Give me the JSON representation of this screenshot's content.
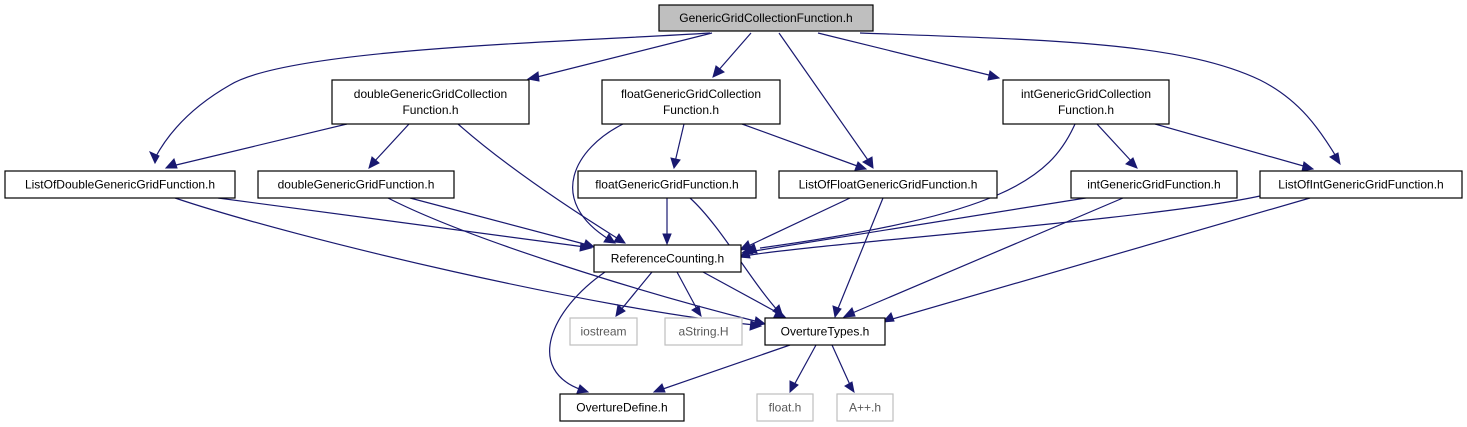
{
  "nodes": {
    "root": {
      "lines": [
        "GenericGridCollectionFunction.h"
      ],
      "style": "root"
    },
    "dblColl": {
      "lines": [
        "doubleGenericGridCollection",
        "Function.h"
      ],
      "style": "normal"
    },
    "fltColl": {
      "lines": [
        "floatGenericGridCollection",
        "Function.h"
      ],
      "style": "normal"
    },
    "intColl": {
      "lines": [
        "intGenericGridCollection",
        "Function.h"
      ],
      "style": "normal"
    },
    "listDbl": {
      "lines": [
        "ListOfDoubleGenericGridFunction.h"
      ],
      "style": "normal"
    },
    "dblFunc": {
      "lines": [
        "doubleGenericGridFunction.h"
      ],
      "style": "normal"
    },
    "fltFunc": {
      "lines": [
        "floatGenericGridFunction.h"
      ],
      "style": "normal"
    },
    "listFlt": {
      "lines": [
        "ListOfFloatGenericGridFunction.h"
      ],
      "style": "normal"
    },
    "intFunc": {
      "lines": [
        "intGenericGridFunction.h"
      ],
      "style": "normal"
    },
    "listInt": {
      "lines": [
        "ListOfIntGenericGridFunction.h"
      ],
      "style": "normal"
    },
    "refCount": {
      "lines": [
        "ReferenceCounting.h"
      ],
      "style": "normal"
    },
    "iostream": {
      "lines": [
        "iostream"
      ],
      "style": "external"
    },
    "aString": {
      "lines": [
        "aString.H"
      ],
      "style": "external"
    },
    "ovTypes": {
      "lines": [
        "OvertureTypes.h"
      ],
      "style": "normal"
    },
    "ovDefine": {
      "lines": [
        "OvertureDefine.h"
      ],
      "style": "normal"
    },
    "floatH": {
      "lines": [
        "float.h"
      ],
      "style": "external"
    },
    "appH": {
      "lines": [
        "A++.h"
      ],
      "style": "external"
    }
  },
  "edges": [
    [
      "root",
      "listDbl"
    ],
    [
      "root",
      "dblColl"
    ],
    [
      "root",
      "fltColl"
    ],
    [
      "root",
      "listFlt"
    ],
    [
      "root",
      "intColl"
    ],
    [
      "root",
      "listInt"
    ],
    [
      "dblColl",
      "listDbl"
    ],
    [
      "dblColl",
      "dblFunc"
    ],
    [
      "dblColl",
      "refCount"
    ],
    [
      "fltColl",
      "fltFunc"
    ],
    [
      "fltColl",
      "listFlt"
    ],
    [
      "fltColl",
      "refCount"
    ],
    [
      "intColl",
      "intFunc"
    ],
    [
      "intColl",
      "listInt"
    ],
    [
      "intColl",
      "refCount"
    ],
    [
      "listDbl",
      "refCount"
    ],
    [
      "listDbl",
      "ovTypes"
    ],
    [
      "dblFunc",
      "refCount"
    ],
    [
      "dblFunc",
      "ovTypes"
    ],
    [
      "fltFunc",
      "refCount"
    ],
    [
      "fltFunc",
      "ovTypes"
    ],
    [
      "listFlt",
      "refCount"
    ],
    [
      "listFlt",
      "ovTypes"
    ],
    [
      "intFunc",
      "refCount"
    ],
    [
      "intFunc",
      "ovTypes"
    ],
    [
      "listInt",
      "refCount"
    ],
    [
      "listInt",
      "ovTypes"
    ],
    [
      "refCount",
      "iostream"
    ],
    [
      "refCount",
      "aString"
    ],
    [
      "refCount",
      "ovTypes"
    ],
    [
      "refCount",
      "ovDefine"
    ],
    [
      "ovTypes",
      "ovDefine"
    ],
    [
      "ovTypes",
      "floatH"
    ],
    [
      "ovTypes",
      "appH"
    ]
  ],
  "colors": {
    "edge": "#191970",
    "root_fill": "#bfbfbf",
    "node_border": "#000000",
    "external_border": "#bfbfbf",
    "external_text": "#595959"
  }
}
